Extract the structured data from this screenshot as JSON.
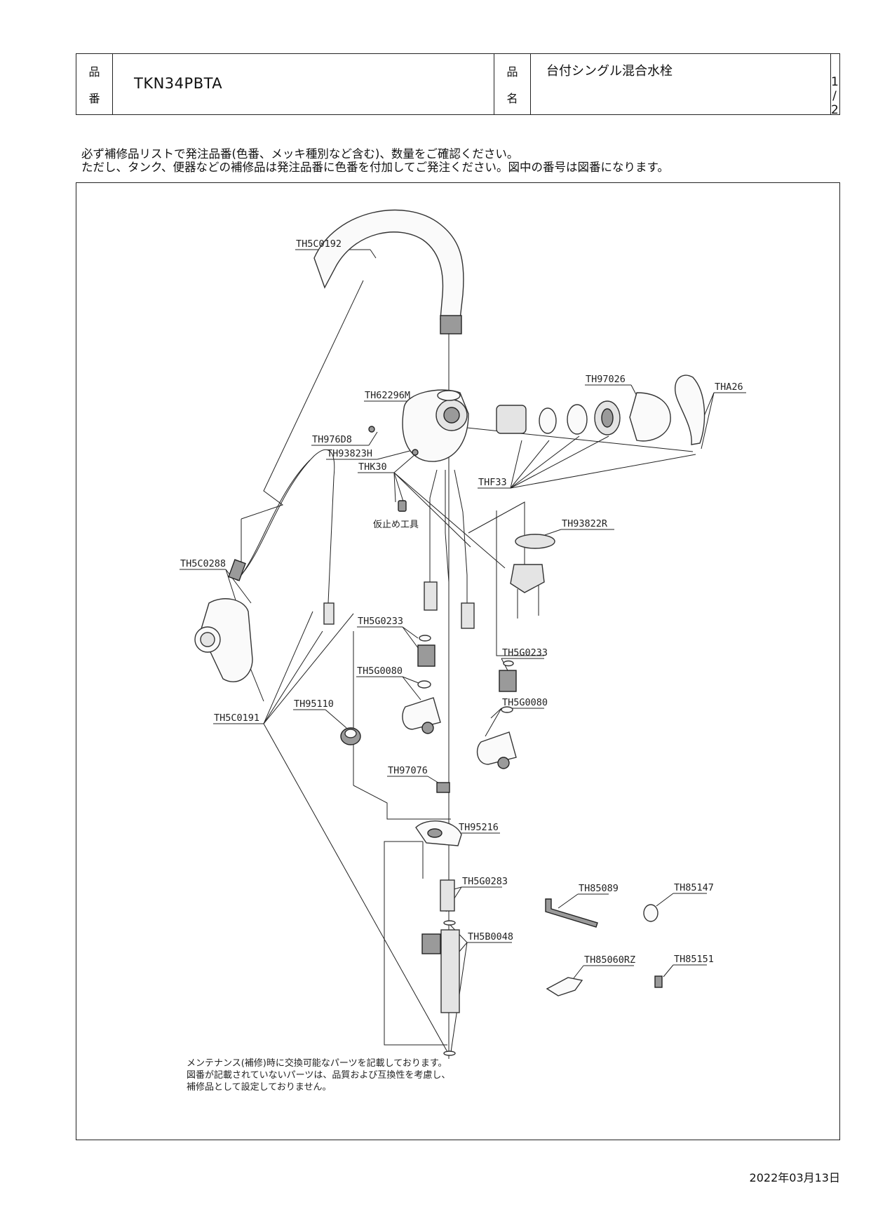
{
  "header": {
    "part_no_label_top": "品",
    "part_no_label_bottom": "番",
    "part_no": "TKN34PBTA",
    "name_label_top": "品",
    "name_label_bottom": "名",
    "product_name": "台付シングル混合水栓",
    "page": "1 / 2"
  },
  "notes": [
    "必ず補修品リストで発注品番(色番、メッキ種別など含む)、数量をご確認ください。",
    "ただし、タンク、便器などの補修品は発注品番に色番を付加してご発注ください。図中の番号は図番になります。"
  ],
  "diagram": {
    "labels": {
      "spout": "TH5C0192",
      "body": "TH62296M",
      "screw1": "TH976D8",
      "screw2": "TH93823H",
      "tool_part": "THK30",
      "tool_caption": "仮止め工具",
      "cover": "TH97026",
      "lever": "THA26",
      "cartridge": "THF33",
      "bracket": "TH93822R",
      "shower_head": "TH5C0288",
      "hose": "TH5C0191",
      "nut": "TH95110",
      "valve_a": "TH5G0233",
      "valve_b": "TH5G0233",
      "cock_a": "TH5G0080",
      "cock_b": "TH5G0080",
      "clip": "TH97076",
      "clamp": "TH95216",
      "joint": "TH5G0283",
      "stem": "TH5B0048",
      "hex_key": "TH85089",
      "cap1": "TH85147",
      "handle_key": "TH85060RZ",
      "cap2": "TH85151"
    },
    "maintenance_note": [
      "メンテナンス(補修)時に交換可能なパーツを記載しております。",
      "図番が記載されていないパーツは、品質および互換性を考慮し、",
      "補修品として設定しておりません。"
    ]
  },
  "date": "2022年03月13日"
}
